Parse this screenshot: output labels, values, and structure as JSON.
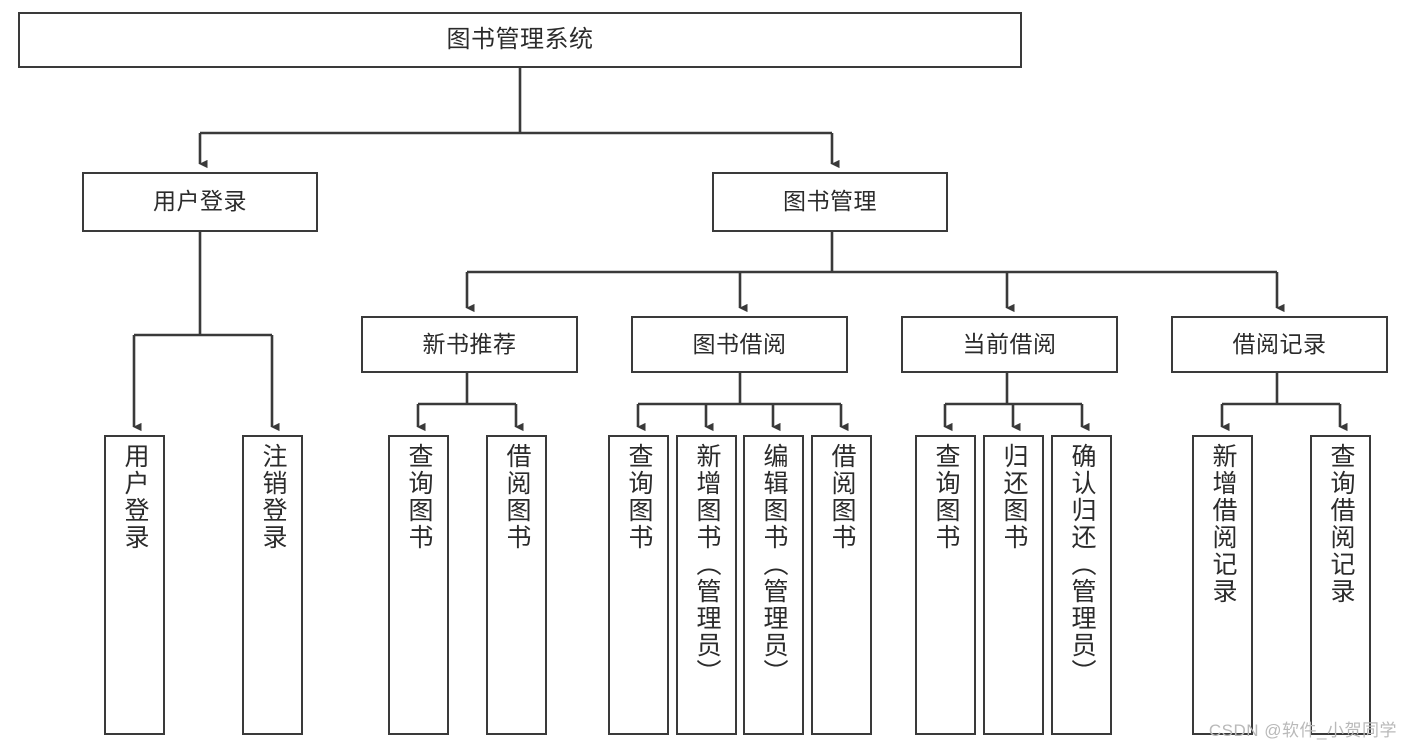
{
  "diagram": {
    "title": "图书管理系统",
    "type": "tree",
    "orientation": "top-down",
    "line_color": "#3a3a3a",
    "box_fill": "#ffffff",
    "text_color": "#2b2b2b",
    "watermark": "CSDN @软件_小贺同学",
    "nodes": {
      "root": {
        "label": "图书管理系统"
      },
      "level2": [
        {
          "id": "user-login",
          "label": "用户登录"
        },
        {
          "id": "book-manage",
          "label": "图书管理"
        }
      ],
      "level3": [
        {
          "id": "new-book-rec",
          "label": "新书推荐"
        },
        {
          "id": "book-borrow",
          "label": "图书借阅"
        },
        {
          "id": "current-borrow",
          "label": "当前借阅"
        },
        {
          "id": "borrow-record",
          "label": "借阅记录"
        }
      ],
      "leaves": {
        "user-login": [
          {
            "id": "leaf-user-login",
            "label": "用户登录"
          },
          {
            "id": "leaf-logout",
            "label": "注销登录"
          }
        ],
        "new-book-rec": [
          {
            "id": "leaf-query-book-1",
            "label": "查询图书"
          },
          {
            "id": "leaf-borrow-book-1",
            "label": "借阅图书"
          }
        ],
        "book-borrow": [
          {
            "id": "leaf-query-book-2",
            "label": "查询图书"
          },
          {
            "id": "leaf-add-book",
            "label": "新增图书（管理员）"
          },
          {
            "id": "leaf-edit-book",
            "label": "编辑图书（管理员）"
          },
          {
            "id": "leaf-borrow-book-2",
            "label": "借阅图书"
          }
        ],
        "current-borrow": [
          {
            "id": "leaf-query-book-3",
            "label": "查询图书"
          },
          {
            "id": "leaf-return-book",
            "label": "归还图书"
          },
          {
            "id": "leaf-confirm-return",
            "label": "确认归还（管理员）"
          }
        ],
        "borrow-record": [
          {
            "id": "leaf-add-record",
            "label": "新增借阅记录"
          },
          {
            "id": "leaf-query-record",
            "label": "查询借阅记录"
          }
        ]
      }
    }
  }
}
